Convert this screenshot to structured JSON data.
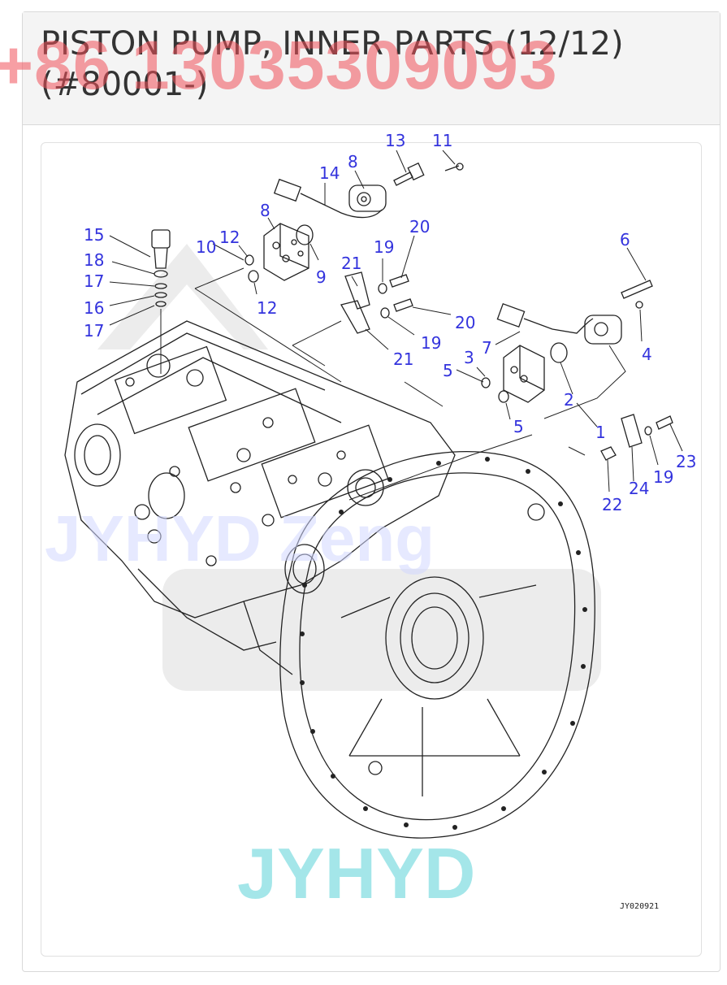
{
  "page": {
    "title": "PISTON PUMP, INNER PARTS (12/12) (#80001-)",
    "watermark_phone": "+86 13035309093",
    "watermark_brand": "JYHYD",
    "watermark_middle": "JYHYD Zeng",
    "figure_code": "JY020921"
  },
  "callouts": [
    "13",
    "11",
    "14",
    "8",
    "8",
    "15",
    "18",
    "17",
    "16",
    "17",
    "10",
    "12",
    "12",
    "9",
    "21",
    "19",
    "20",
    "20",
    "19",
    "21",
    "6",
    "7",
    "3",
    "5",
    "4",
    "2",
    "5",
    "1",
    "19",
    "23",
    "24",
    "22"
  ]
}
